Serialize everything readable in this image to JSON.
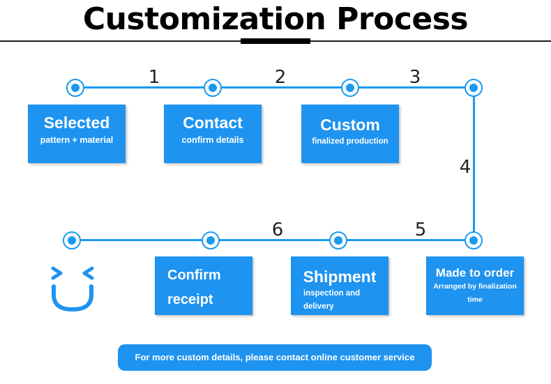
{
  "title": "Customization Process",
  "steps": [
    {
      "number": "1",
      "title": "Selected",
      "subtitle": "pattern + material"
    },
    {
      "number": "2",
      "title": "Contact",
      "subtitle": "confirm details"
    },
    {
      "number": "3",
      "title": "Custom",
      "subtitle": "finalized production"
    },
    {
      "number": "4"
    },
    {
      "number": "5",
      "title": "Made to order",
      "subtitle": "Arranged by finalization time"
    },
    {
      "number": "6",
      "title": "Shipment",
      "subtitle": "inspection and delivery"
    },
    {
      "title": "Confirm receipt"
    }
  ],
  "footer": "For more custom details, please contact online customer service",
  "colors": {
    "accent": "#1e93f0",
    "line": "#1a9aee"
  },
  "icons": [
    "smiley-face-icon"
  ]
}
